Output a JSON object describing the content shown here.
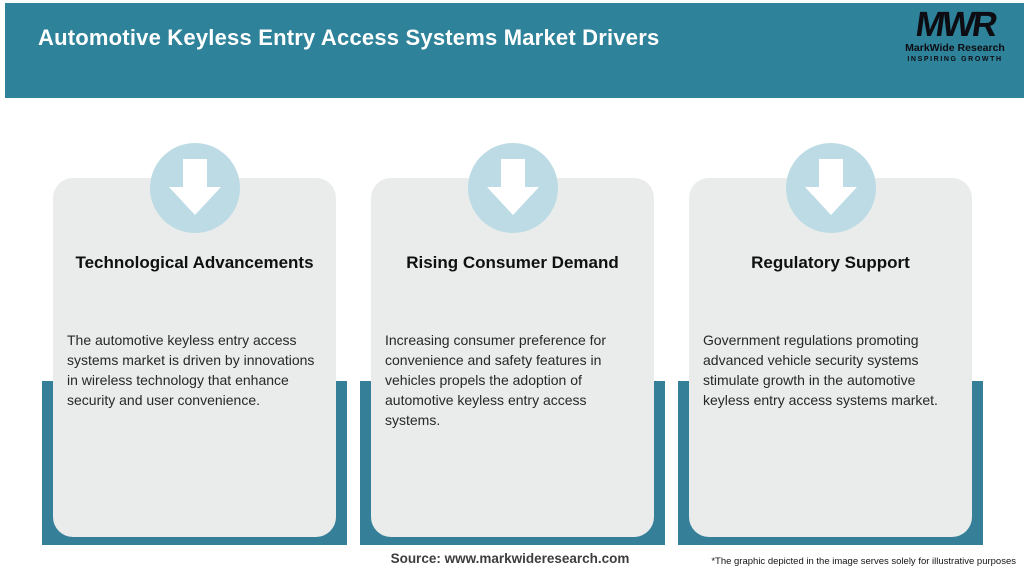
{
  "header": {
    "title": "Automotive Keyless Entry Access Systems Market Drivers",
    "logo": {
      "monogram": "MWR",
      "name": "MarkWide Research",
      "tagline": "INSPIRING GROWTH"
    }
  },
  "colors": {
    "header_teal": "#2e8299",
    "band_teal": "#357f99",
    "circle_blue": "#bddbe5",
    "card_gray": "#e9eceb",
    "arrow_white": "#ffffff"
  },
  "cards": [
    {
      "icon": "down-arrow-icon",
      "title": "Technological Advancements",
      "description": "The automotive keyless entry access\nsystems market is driven by innovations\nin wireless technology that enhance\nsecurity and user convenience."
    },
    {
      "icon": "down-arrow-icon",
      "title": "Rising Consumer Demand",
      "description": "Increasing consumer preference for\nconvenience and safety features in\nvehicles propels the adoption of\nautomotive keyless entry access\nsystems."
    },
    {
      "icon": "down-arrow-icon",
      "title": "Regulatory Support",
      "description": "Government regulations promoting\nadvanced vehicle security systems\nstimulate growth in the automotive\nkeyless entry access systems market."
    }
  ],
  "footer": {
    "source": "Source: www.markwideresearch.com",
    "disclaimer": "*The graphic depicted in the image serves solely for illustrative purposes"
  }
}
